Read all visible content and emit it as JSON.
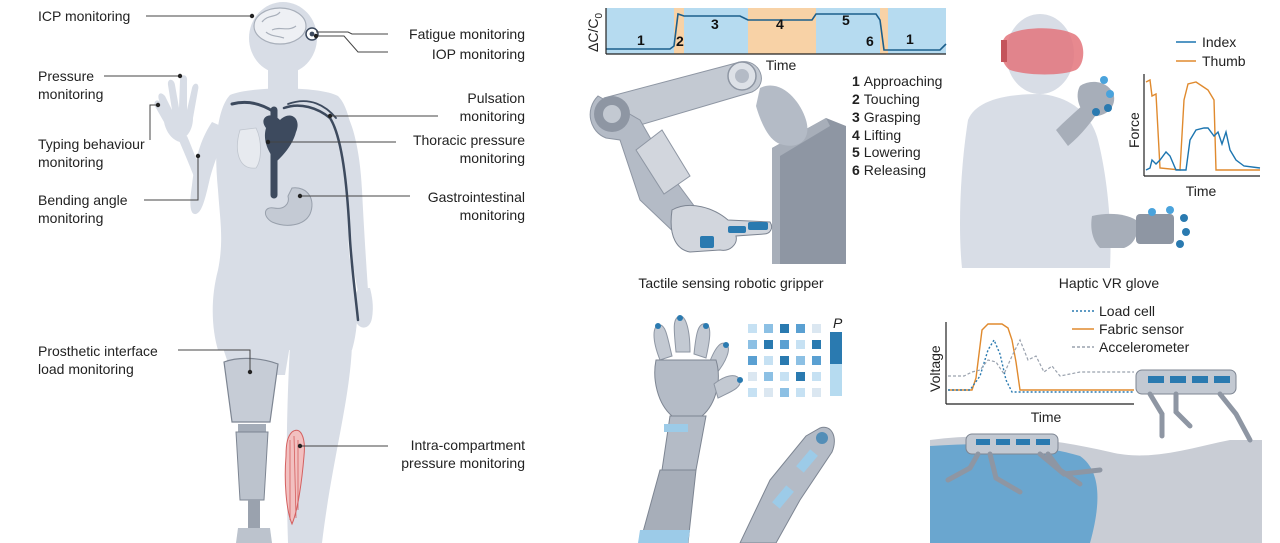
{
  "body_labels": {
    "icp": "ICP monitoring",
    "fatigue": "Fatigue monitoring",
    "iop": "IOP monitoring",
    "pressure_1": "Pressure",
    "pressure_2": "monitoring",
    "pulsation_1": "Pulsation",
    "pulsation_2": "monitoring",
    "typing_1": "Typing behaviour",
    "typing_2": "monitoring",
    "thoracic_1": "Thoracic pressure",
    "thoracic_2": "monitoring",
    "bending_1": "Bending angle",
    "bending_2": "monitoring",
    "gastro_1": "Gastrointestinal",
    "gastro_2": "monitoring",
    "prosthetic_1": "Prosthetic interface",
    "prosthetic_2": "load monitoring",
    "intra_1": "Intra-compartment",
    "intra_2": "pressure monitoring"
  },
  "gripper_panel": {
    "ylabel": "ΔC/C",
    "ylabel_sub": "0",
    "xlabel": "Time",
    "phases": [
      "1",
      "2",
      "3",
      "4",
      "5",
      "6",
      "1"
    ],
    "legend": [
      {
        "num": "1",
        "text": "Approaching"
      },
      {
        "num": "2",
        "text": "Touching"
      },
      {
        "num": "3",
        "text": "Grasping"
      },
      {
        "num": "4",
        "text": "Lifting"
      },
      {
        "num": "5",
        "text": "Lowering"
      },
      {
        "num": "6",
        "text": "Releasing"
      }
    ],
    "caption": "Tactile sensing robotic gripper"
  },
  "vr_panel": {
    "caption": "Haptic VR glove",
    "legend": [
      "Index",
      "Thumb"
    ],
    "xlabel": "Time",
    "ylabel": "Force"
  },
  "hand_panel": {
    "scale_label": "P"
  },
  "robot_panel": {
    "legend": [
      "Load cell",
      "Fabric sensor",
      "Accelerometer"
    ],
    "xlabel": "Time",
    "ylabel": "Voltage"
  },
  "colors": {
    "body": "#d8dde6",
    "body_dark": "#c4cad4",
    "vessel": "#3d4a5e",
    "blue": "#2a7ab0",
    "orange": "#e08a2e",
    "phase_blue": "#b6dbf0",
    "phase_orange": "#f8d2a6",
    "water": "#6aa6cf",
    "ground": "#c9cdd5"
  },
  "icons": [
    "brain-icon",
    "eye-icon",
    "heart-icon",
    "stomach-icon",
    "muscle-icon",
    "prosthetic-icon",
    "robot-arm-icon",
    "vr-headset-icon",
    "glove-icon",
    "robot-hand-icon",
    "legged-robot-icon"
  ]
}
